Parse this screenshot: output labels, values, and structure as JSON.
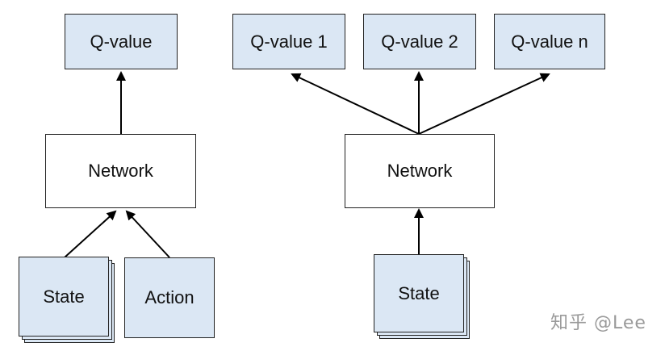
{
  "left": {
    "output": "Q-value",
    "network": "Network",
    "inputs": [
      "State",
      "Action"
    ]
  },
  "right": {
    "outputs": [
      "Q-value 1",
      "Q-value 2",
      "Q-value n"
    ],
    "network": "Network",
    "input": "State"
  },
  "watermark": "知乎 @Lee",
  "colors": {
    "box_fill": "#dbe7f4",
    "stroke": "#000000"
  }
}
